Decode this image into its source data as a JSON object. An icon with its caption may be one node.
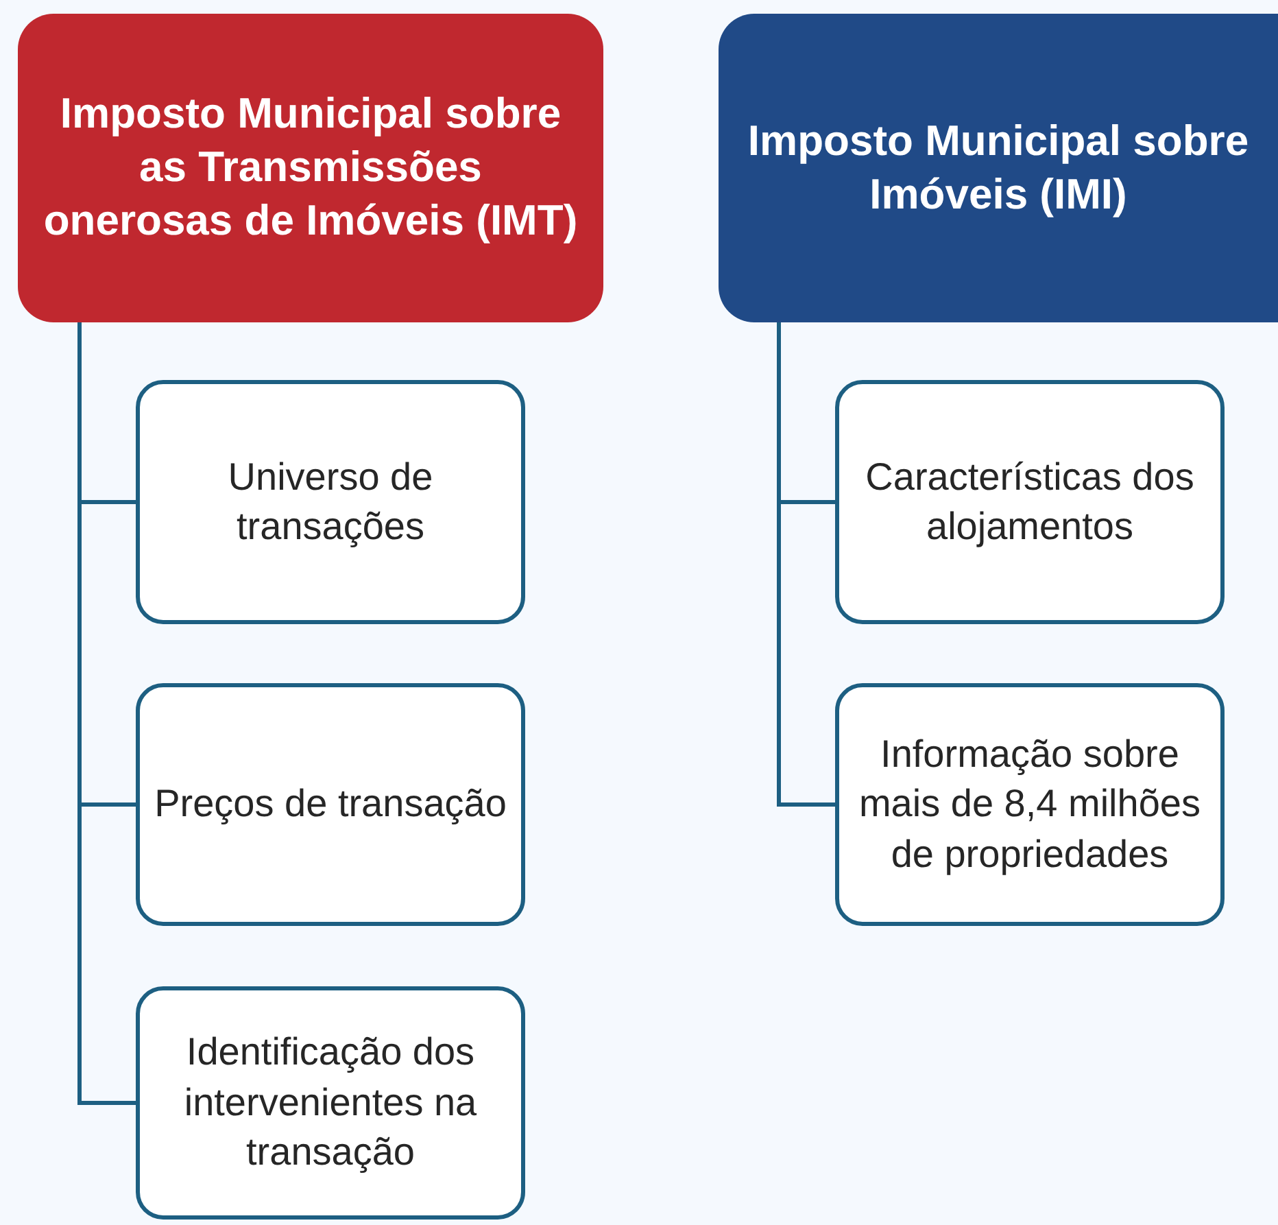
{
  "diagram": {
    "nodes": [
      {
        "text": [
          "Imposto Municipal sobre as Transmissões onerosas de Imóveis (IMT)"
        ]
      },
      {
        "text": [
          "Universo de transações"
        ]
      },
      {
        "text": [
          "Preços de transação"
        ]
      },
      {
        "text": [
          "Identificação dos intervenientes na transação"
        ]
      },
      {
        "text": [
          "Imposto Municipal sobre Imóveis (IMI)"
        ]
      },
      {
        "text": [
          "Características dos alojamentos"
        ]
      },
      {
        "text": [
          "Informação sobre mais de 8,4 milhões de propriedades"
        ]
      }
    ],
    "edges": [
      {
        "from": 0,
        "to": 1,
        "arrow": "none"
      },
      {
        "from": 0,
        "to": 2,
        "arrow": "none"
      },
      {
        "from": 0,
        "to": 3,
        "arrow": "none"
      },
      {
        "from": 4,
        "to": 5,
        "arrow": "none"
      },
      {
        "from": 4,
        "to": 6,
        "arrow": "none"
      }
    ]
  }
}
